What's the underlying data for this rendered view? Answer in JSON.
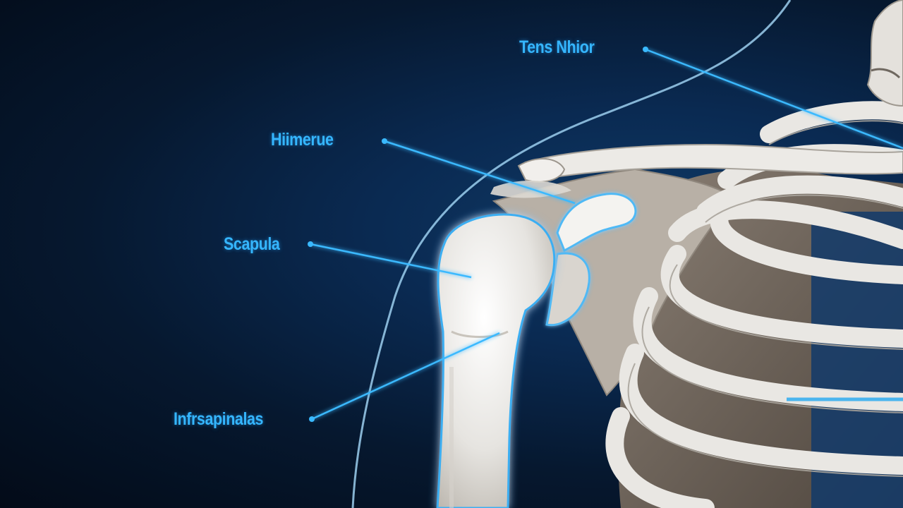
{
  "diagram": {
    "labels": {
      "teres_minor": "Tens Nhior",
      "humerus": "Hiimerue",
      "scapula": "Scapula",
      "infraspinatus": "Infrsapinalas"
    },
    "colors": {
      "background": "#06182f",
      "accent": "#35b6ff",
      "bone": "#e8e6e2",
      "bone_shadow": "#b9b5ad",
      "rib_cavity": "#6b6055"
    }
  }
}
